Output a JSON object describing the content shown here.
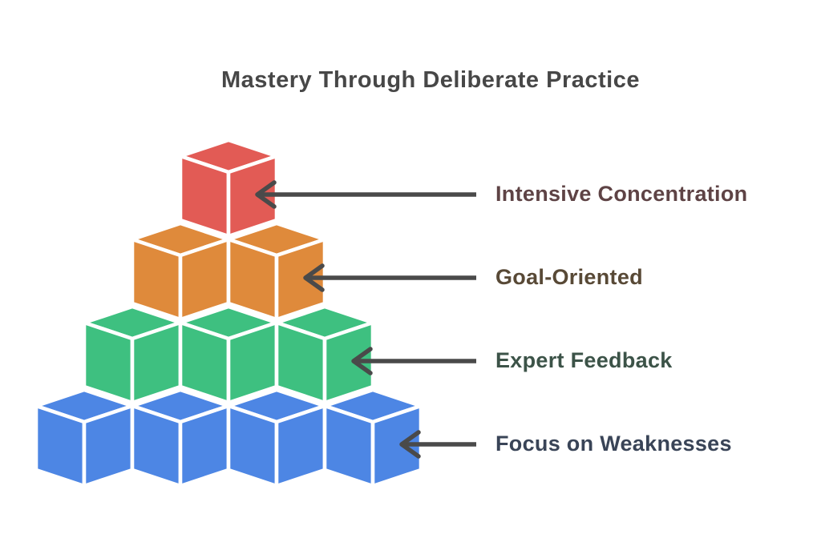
{
  "title": {
    "text": "Mastery Through Deliberate Practice",
    "color": "#474747"
  },
  "background_color": "#ffffff",
  "diagram": {
    "type": "isometric-cube-pyramid",
    "edge_color": "#ffffff",
    "arrow_color": "#4a4a4a",
    "levels": [
      {
        "label": "Intensive Concentration",
        "cubes": 1,
        "cube_color": "#e25b55",
        "label_color": "#5e4345"
      },
      {
        "label": "Goal-Oriented",
        "cubes": 2,
        "cube_color": "#df8a3b",
        "label_color": "#584936"
      },
      {
        "label": "Expert Feedback",
        "cubes": 3,
        "cube_color": "#3ec080",
        "label_color": "#3c5348"
      },
      {
        "label": "Focus on Weaknesses",
        "cubes": 4,
        "cube_color": "#4d86e4",
        "label_color": "#394457"
      }
    ]
  }
}
